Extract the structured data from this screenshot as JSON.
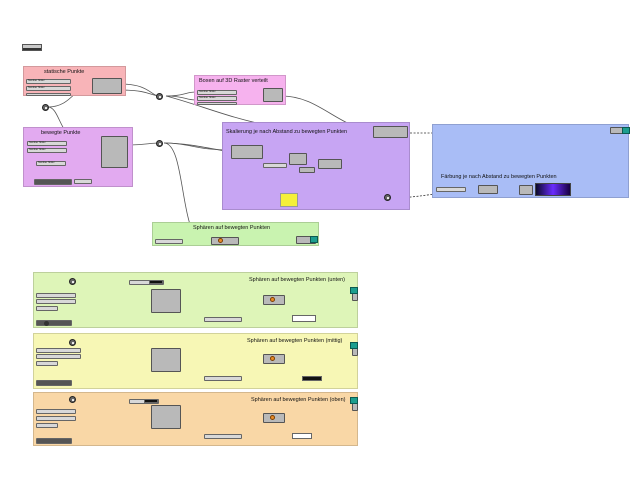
{
  "groups": {
    "statische_punkte": {
      "title": "statische Punkte",
      "color": "#f8b4b8"
    },
    "bewegte_punkte": {
      "title": "bewegte Punkte",
      "color": "#e2aaf0"
    },
    "boxen": {
      "title": "Boxen auf 3D Raster verteilt",
      "color": "#f6b2ee"
    },
    "skalierung": {
      "title": "Skalierung je nach Abstand zu bewegten Punkten",
      "color": "#c7a5f3"
    },
    "faerbung": {
      "title": "Färbung je nach Abstand zu bewegten Punkten",
      "color": "#a9bdf6"
    },
    "sphaeren": {
      "title": "Sphären auf bewegten Punkten",
      "color": "#c9f3b0"
    },
    "sphaeren_unten": {
      "title": "Sphären auf bewegten Punkten (unten)",
      "color": "#def5b8"
    },
    "sphaeren_mittig": {
      "title": "Sphären auf bewegten Punkten (mittig)",
      "color": "#f7f7b5"
    },
    "sphaeren_oben": {
      "title": "Sphären auf bewegten Punkten (oben)",
      "color": "#f9d7a6"
    }
  },
  "colors": {
    "wire": "#555555",
    "node_fill": "#b9b9b9",
    "preview": "#1c9e8f",
    "accent_orange": "#e88b2a",
    "yellow_swatch": "#f5f03a"
  },
  "icons": [
    "toggle-icon",
    "point-icon",
    "sphere-icon",
    "preview-icon"
  ]
}
